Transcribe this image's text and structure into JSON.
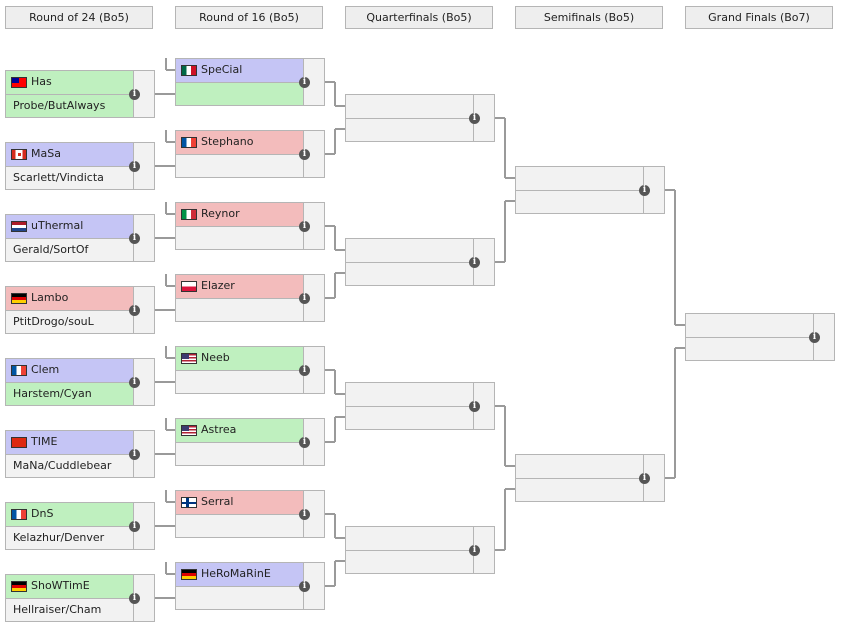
{
  "headers": [
    "Round of 24 (Bo5)",
    "Round of 16 (Bo5)",
    "Quarterfinals (Bo5)",
    "Semifinals (Bo5)",
    "Grand Finals (Bo7)"
  ],
  "info_glyph": "i",
  "round_of_24": [
    {
      "player": "Has",
      "flag": "tw",
      "opponent": "Probe/ButAlways",
      "player_color": "green",
      "opponent_color": "green"
    },
    {
      "player": "MaSa",
      "flag": "ca",
      "opponent": "Scarlett/Vindicta",
      "player_color": "blue",
      "opponent_color": "gray"
    },
    {
      "player": "uThermal",
      "flag": "nl",
      "opponent": "Gerald/SortOf",
      "player_color": "blue",
      "opponent_color": "gray"
    },
    {
      "player": "Lambo",
      "flag": "de",
      "opponent": "PtitDrogo/souL",
      "player_color": "red",
      "opponent_color": "gray"
    },
    {
      "player": "Clem",
      "flag": "fr",
      "opponent": "Harstem/Cyan",
      "player_color": "blue",
      "opponent_color": "green"
    },
    {
      "player": "TIME",
      "flag": "cn",
      "opponent": "MaNa/Cuddlebear",
      "player_color": "blue",
      "opponent_color": "gray"
    },
    {
      "player": "DnS",
      "flag": "fr",
      "opponent": "Kelazhur/Denver",
      "player_color": "green",
      "opponent_color": "gray"
    },
    {
      "player": "ShoWTimE",
      "flag": "de",
      "opponent": "Hellraiser/Cham",
      "player_color": "green",
      "opponent_color": "gray"
    }
  ],
  "round_of_16": [
    {
      "player": "SpeCial",
      "flag": "mx",
      "player_color": "blue",
      "lower_color": "green"
    },
    {
      "player": "Stephano",
      "flag": "fr",
      "player_color": "red",
      "lower_color": "gray"
    },
    {
      "player": "Reynor",
      "flag": "it",
      "player_color": "red",
      "lower_color": "gray"
    },
    {
      "player": "Elazer",
      "flag": "pl",
      "player_color": "red",
      "lower_color": "gray"
    },
    {
      "player": "Neeb",
      "flag": "us",
      "player_color": "green",
      "lower_color": "gray"
    },
    {
      "player": "Astrea",
      "flag": "us",
      "player_color": "green",
      "lower_color": "gray"
    },
    {
      "player": "Serral",
      "flag": "fi",
      "player_color": "red",
      "lower_color": "gray"
    },
    {
      "player": "HeRoMaRinE",
      "flag": "de",
      "player_color": "blue",
      "lower_color": "gray"
    }
  ],
  "quarterfinals_count": 4,
  "semifinals_count": 2,
  "grand_finals_count": 1
}
